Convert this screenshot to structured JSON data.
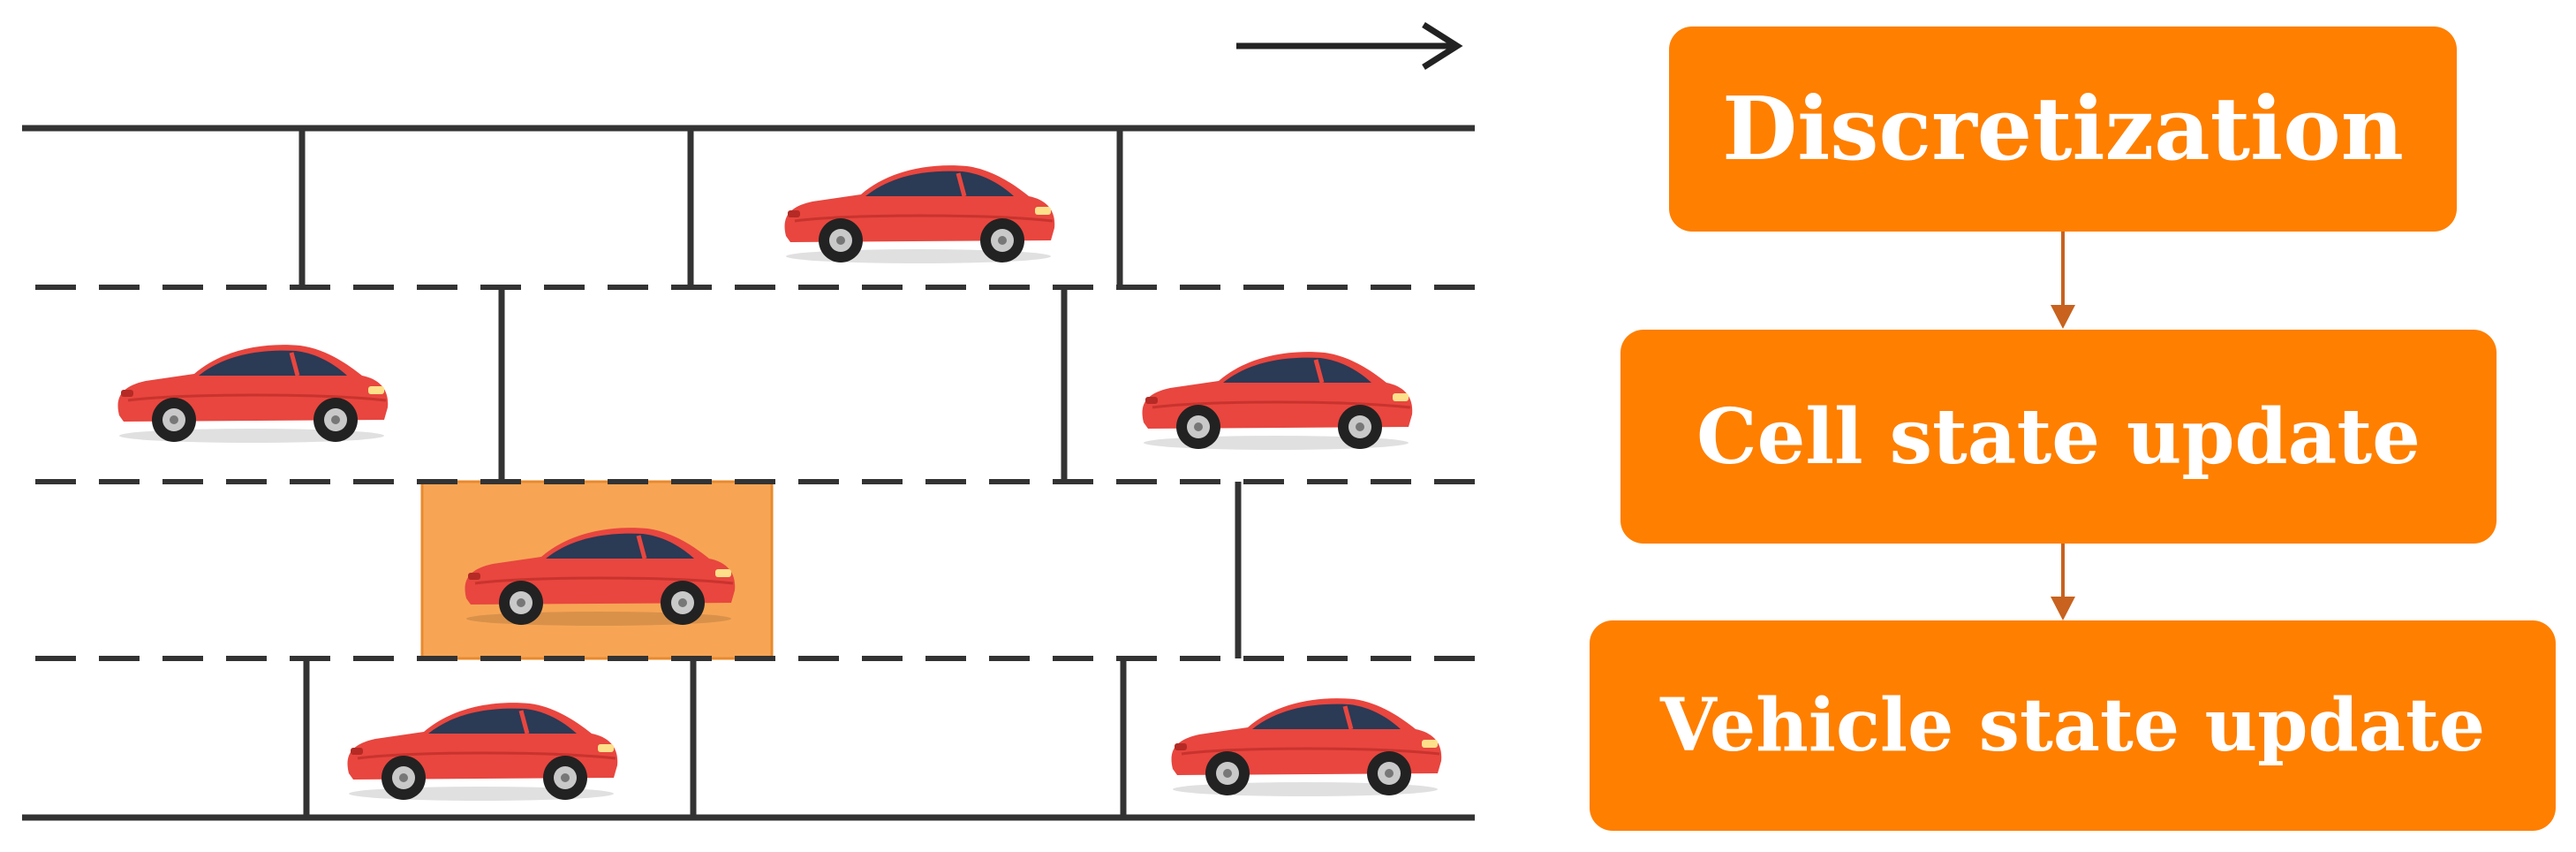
{
  "diagram": {
    "flow_steps": [
      {
        "label": "Discretization"
      },
      {
        "label": "Cell state update"
      },
      {
        "label": "Vehicle state update"
      }
    ],
    "direction_arrow": "arrow-right-icon",
    "road": {
      "lanes": 4,
      "vehicles": [
        {
          "lane": 1,
          "icon": "car-icon",
          "highlighted": false
        },
        {
          "lane": 2,
          "icon": "car-icon",
          "highlighted": false
        },
        {
          "lane": 2,
          "icon": "car-icon",
          "highlighted": false
        },
        {
          "lane": 3,
          "icon": "car-icon",
          "highlighted": true
        },
        {
          "lane": 4,
          "icon": "car-icon",
          "highlighted": false
        },
        {
          "lane": 4,
          "icon": "car-icon",
          "highlighted": false
        }
      ]
    },
    "colors": {
      "box_fill": "#FF7F00",
      "box_text": "#FFFFFF",
      "connector": "#C8621E",
      "highlight_cell": "#F7A555",
      "car_body": "#E8463F",
      "lane_line": "#333333"
    }
  }
}
